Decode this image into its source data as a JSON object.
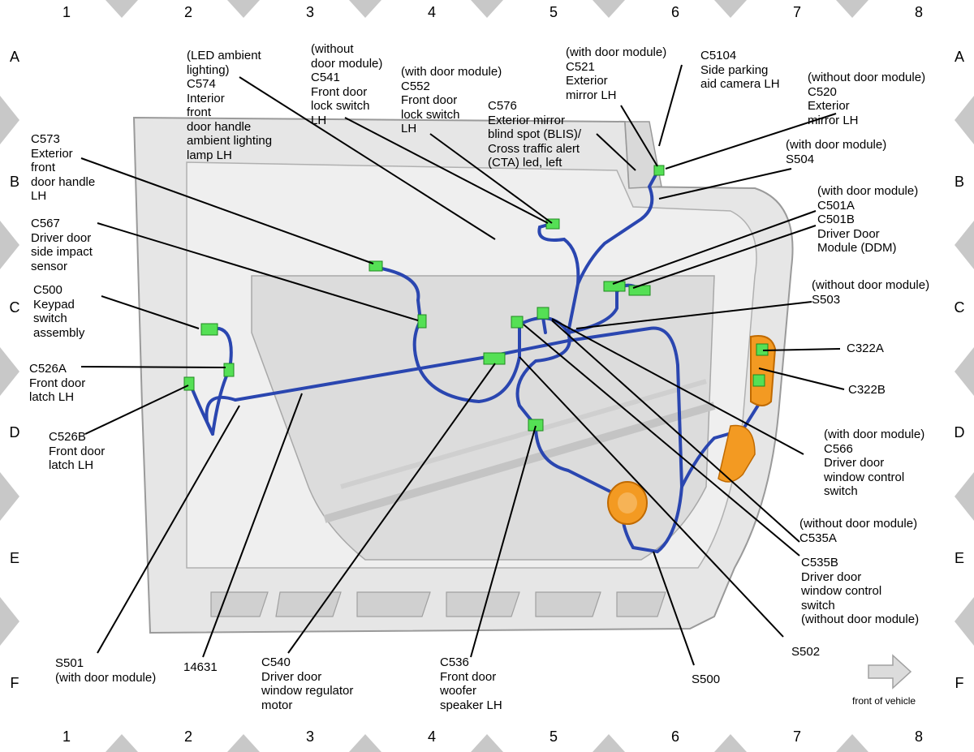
{
  "grid": {
    "columns": [
      "1",
      "2",
      "3",
      "4",
      "5",
      "6",
      "7",
      "8"
    ],
    "rows": [
      "A",
      "B",
      "C",
      "D",
      "E",
      "F"
    ]
  },
  "callouts": {
    "c574": "(LED ambient\nlighting)\nC574\nInterior\nfront\ndoor handle\nambient lighting\nlamp LH",
    "c541": "(without\ndoor module)\nC541\nFront door\nlock switch\nLH",
    "c552": "(with door module)\nC552\nFront door\nlock switch\nLH",
    "c576": "C576\nExterior mirror\nblind spot (BLIS)/\nCross traffic alert\n(CTA) led, left",
    "c521": "(with door module)\nC521\nExterior\nmirror LH",
    "c5104": "C5104\nSide parking\naid camera LH",
    "c520": "(without door module)\nC520\nExterior\nmirror LH",
    "s504": "(with door module)\nS504",
    "c501": "(with door module)\nC501A\nC501B\nDriver Door\nModule (DDM)",
    "s503": "(without door module)\nS503",
    "c573": "C573\nExterior\nfront\ndoor handle\nLH",
    "c567": "C567\nDriver door\nside impact\nsensor",
    "c500": "C500\nKeypad\nswitch\nassembly",
    "c526a": "C526A\nFront door\nlatch LH",
    "c526b": "C526B\nFront door\nlatch LH",
    "c322a": "C322A",
    "c322b": "C322B",
    "c566": "(with door module)\nC566\nDriver door\nwindow control\nswitch",
    "c535a": "(without door module)\nC535A",
    "c535b": "C535B\nDriver door\nwindow control\nswitch\n(without door module)",
    "s502": "S502",
    "s501": "S501\n(with door module)",
    "p14631": "14631",
    "c540": "C540\nDriver door\nwindow regulator\nmotor",
    "c536": "C536\nFront door\nwoofer\nspeaker LH",
    "s500": "S500"
  },
  "legend": {
    "front_label": "front of vehicle"
  },
  "colors": {
    "harness": "#2a46b0",
    "connector": "#55e055",
    "speaker": "#f39a22",
    "door_panel": "#e4e4e4",
    "border_diamond": "#c8c8c8"
  }
}
